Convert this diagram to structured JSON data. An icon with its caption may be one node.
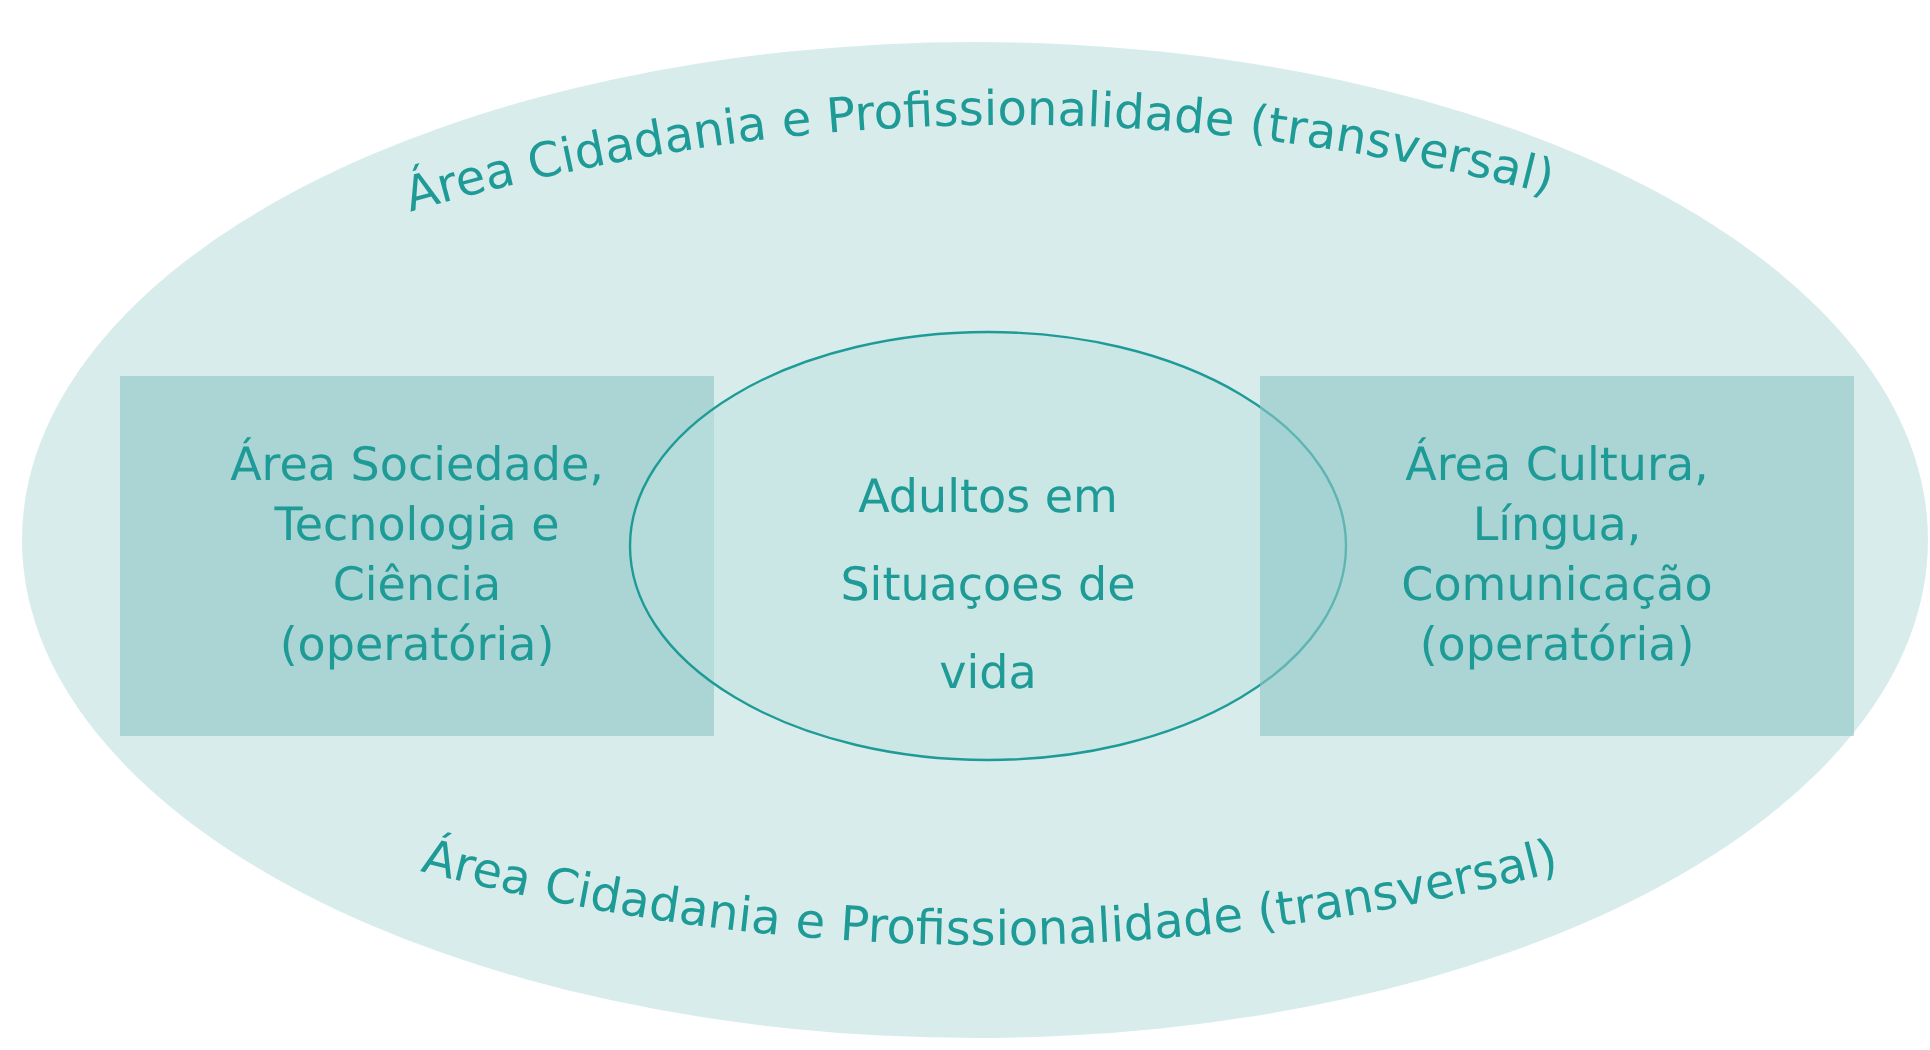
{
  "diagram": {
    "nodes": [
      {
        "text": [
          "Área Cidadania e Profissionalidade (transversal)",
          "Área Cidadania e Profissionalidade (transversal)"
        ]
      },
      {
        "text": [
          "Área Sociedade, Tecnologia e Ciência (operatória)"
        ],
        "in": 0
      },
      {
        "text": [
          "Adultos em Situaçoes de vida"
        ],
        "in": 0
      },
      {
        "text": [
          "Área Cultura, Língua, Comunicação (operatória)"
        ],
        "in": 0
      }
    ],
    "edges": []
  }
}
